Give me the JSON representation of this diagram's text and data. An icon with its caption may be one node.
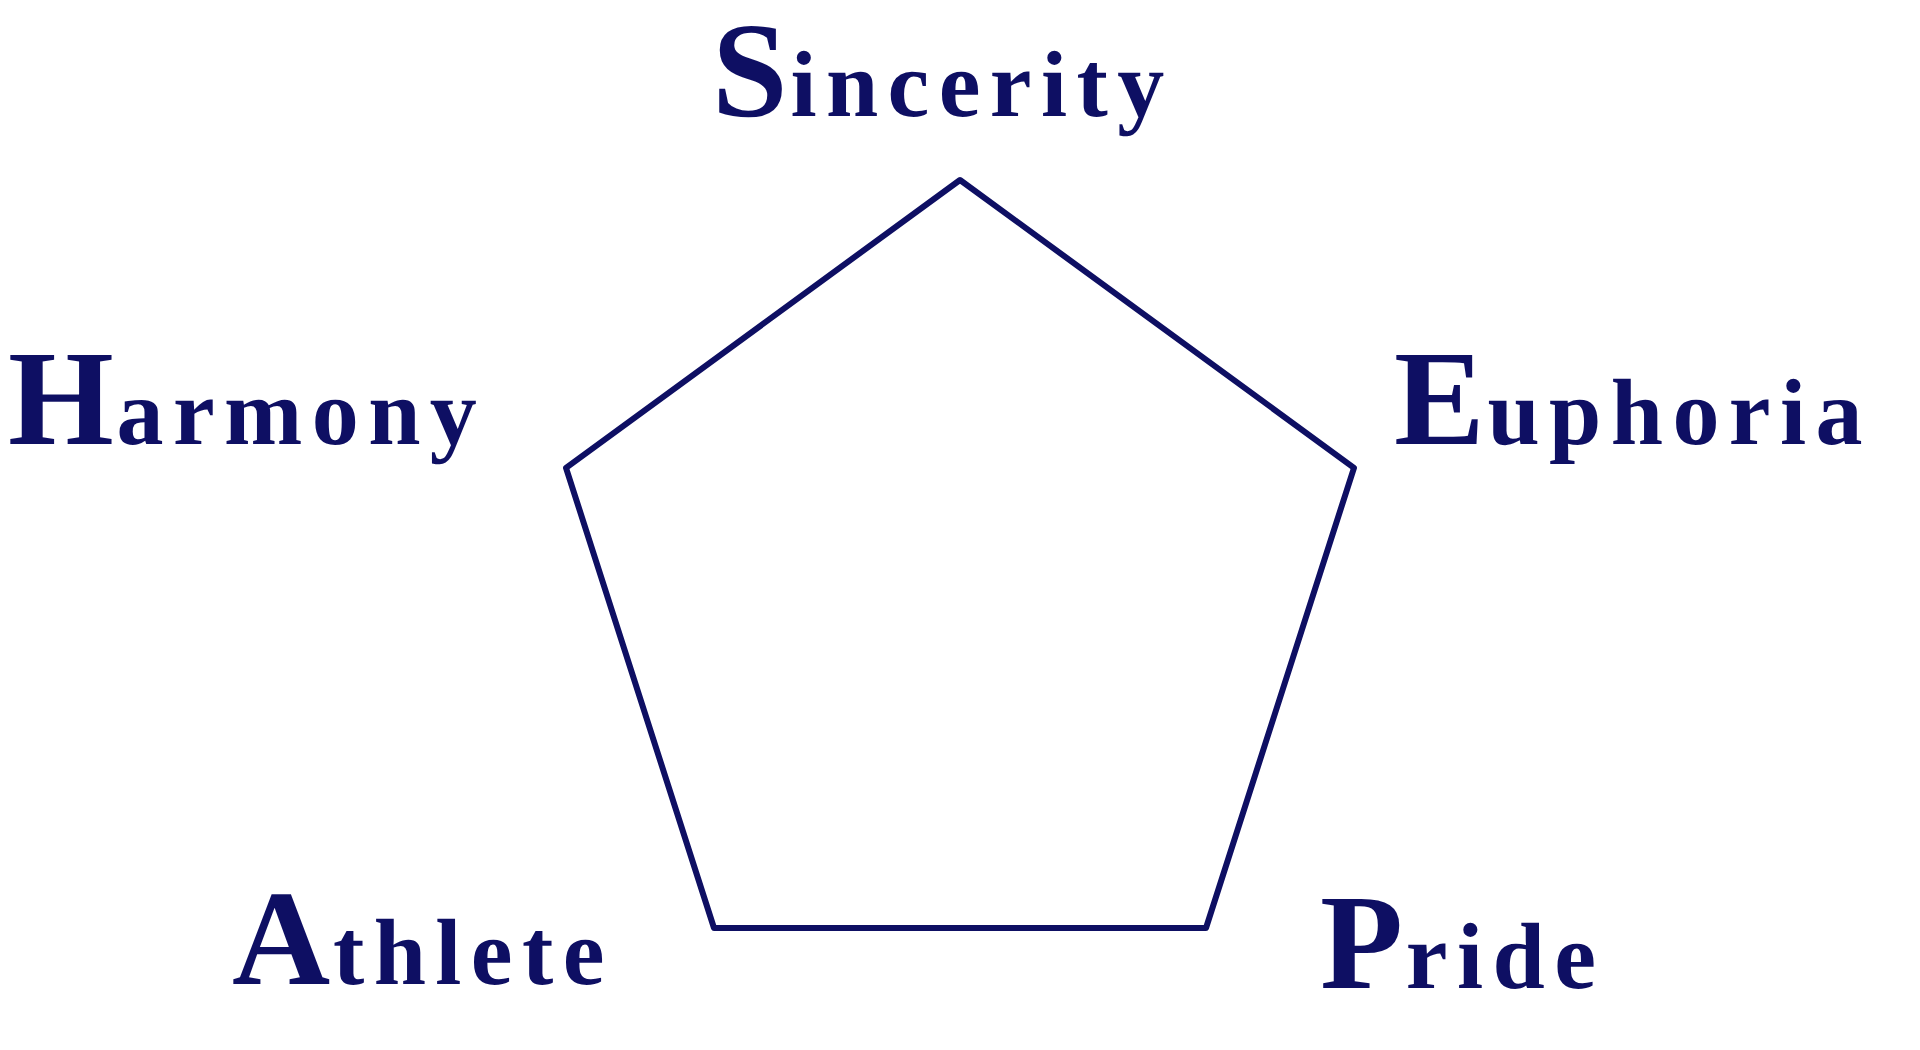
{
  "diagram": {
    "nodes": [
      {
        "text": [],
        "shape": "pentagon",
        "beside": [
          "Sincerity",
          "Harmony",
          "Euphoria",
          "Athlete",
          "Pride"
        ]
      }
    ]
  }
}
